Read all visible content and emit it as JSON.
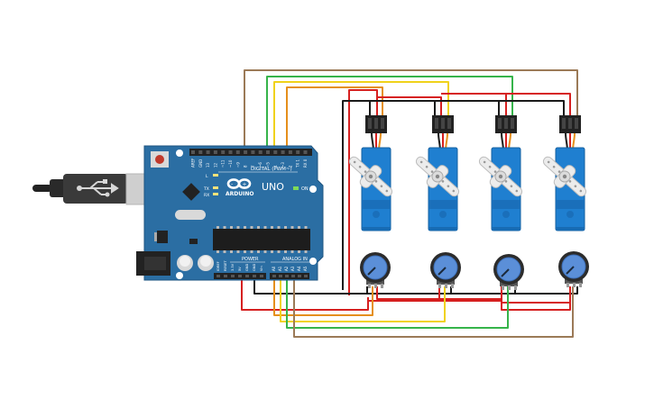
{
  "board": {
    "name": "Arduino Uno",
    "logo_text": "ARDUINO",
    "model_text": "UNO",
    "digital_header": "DIGITAL (PWM~)",
    "power_header": "POWER",
    "analog_header": "ANALOG IN",
    "on_label": "ON",
    "tx_label": "TX",
    "rx_label": "RX",
    "l_label": "L",
    "digital_pins": [
      "AREF",
      "GND",
      "13",
      "12",
      "~11",
      "~10",
      "~9",
      "8",
      "7",
      "~6",
      "~5",
      "4",
      "~3",
      "2",
      "TX 1",
      "RX 0"
    ],
    "power_pins": [
      "IOREF",
      "RESET",
      "3.3V",
      "5V",
      "GND",
      "GND",
      "Vin"
    ],
    "analog_pins": [
      "A0",
      "A1",
      "A2",
      "A3",
      "A4",
      "A5"
    ]
  },
  "components": {
    "servos": [
      "Servo 1",
      "Servo 2",
      "Servo 3",
      "Servo 4"
    ],
    "potentiometers": [
      "Potentiometer 1",
      "Potentiometer 2",
      "Potentiometer 3",
      "Potentiometer 4"
    ]
  },
  "wire_colors": {
    "brown": "#9b7a57",
    "green": "#36b44a",
    "yellow": "#f0d21a",
    "orange": "#e58f1b",
    "red": "#d62020",
    "black": "#1a1a1a"
  },
  "colors": {
    "board": "#2b6ea3",
    "servo": "#1f7fd0",
    "pot_knob": "#5b8fd8"
  }
}
